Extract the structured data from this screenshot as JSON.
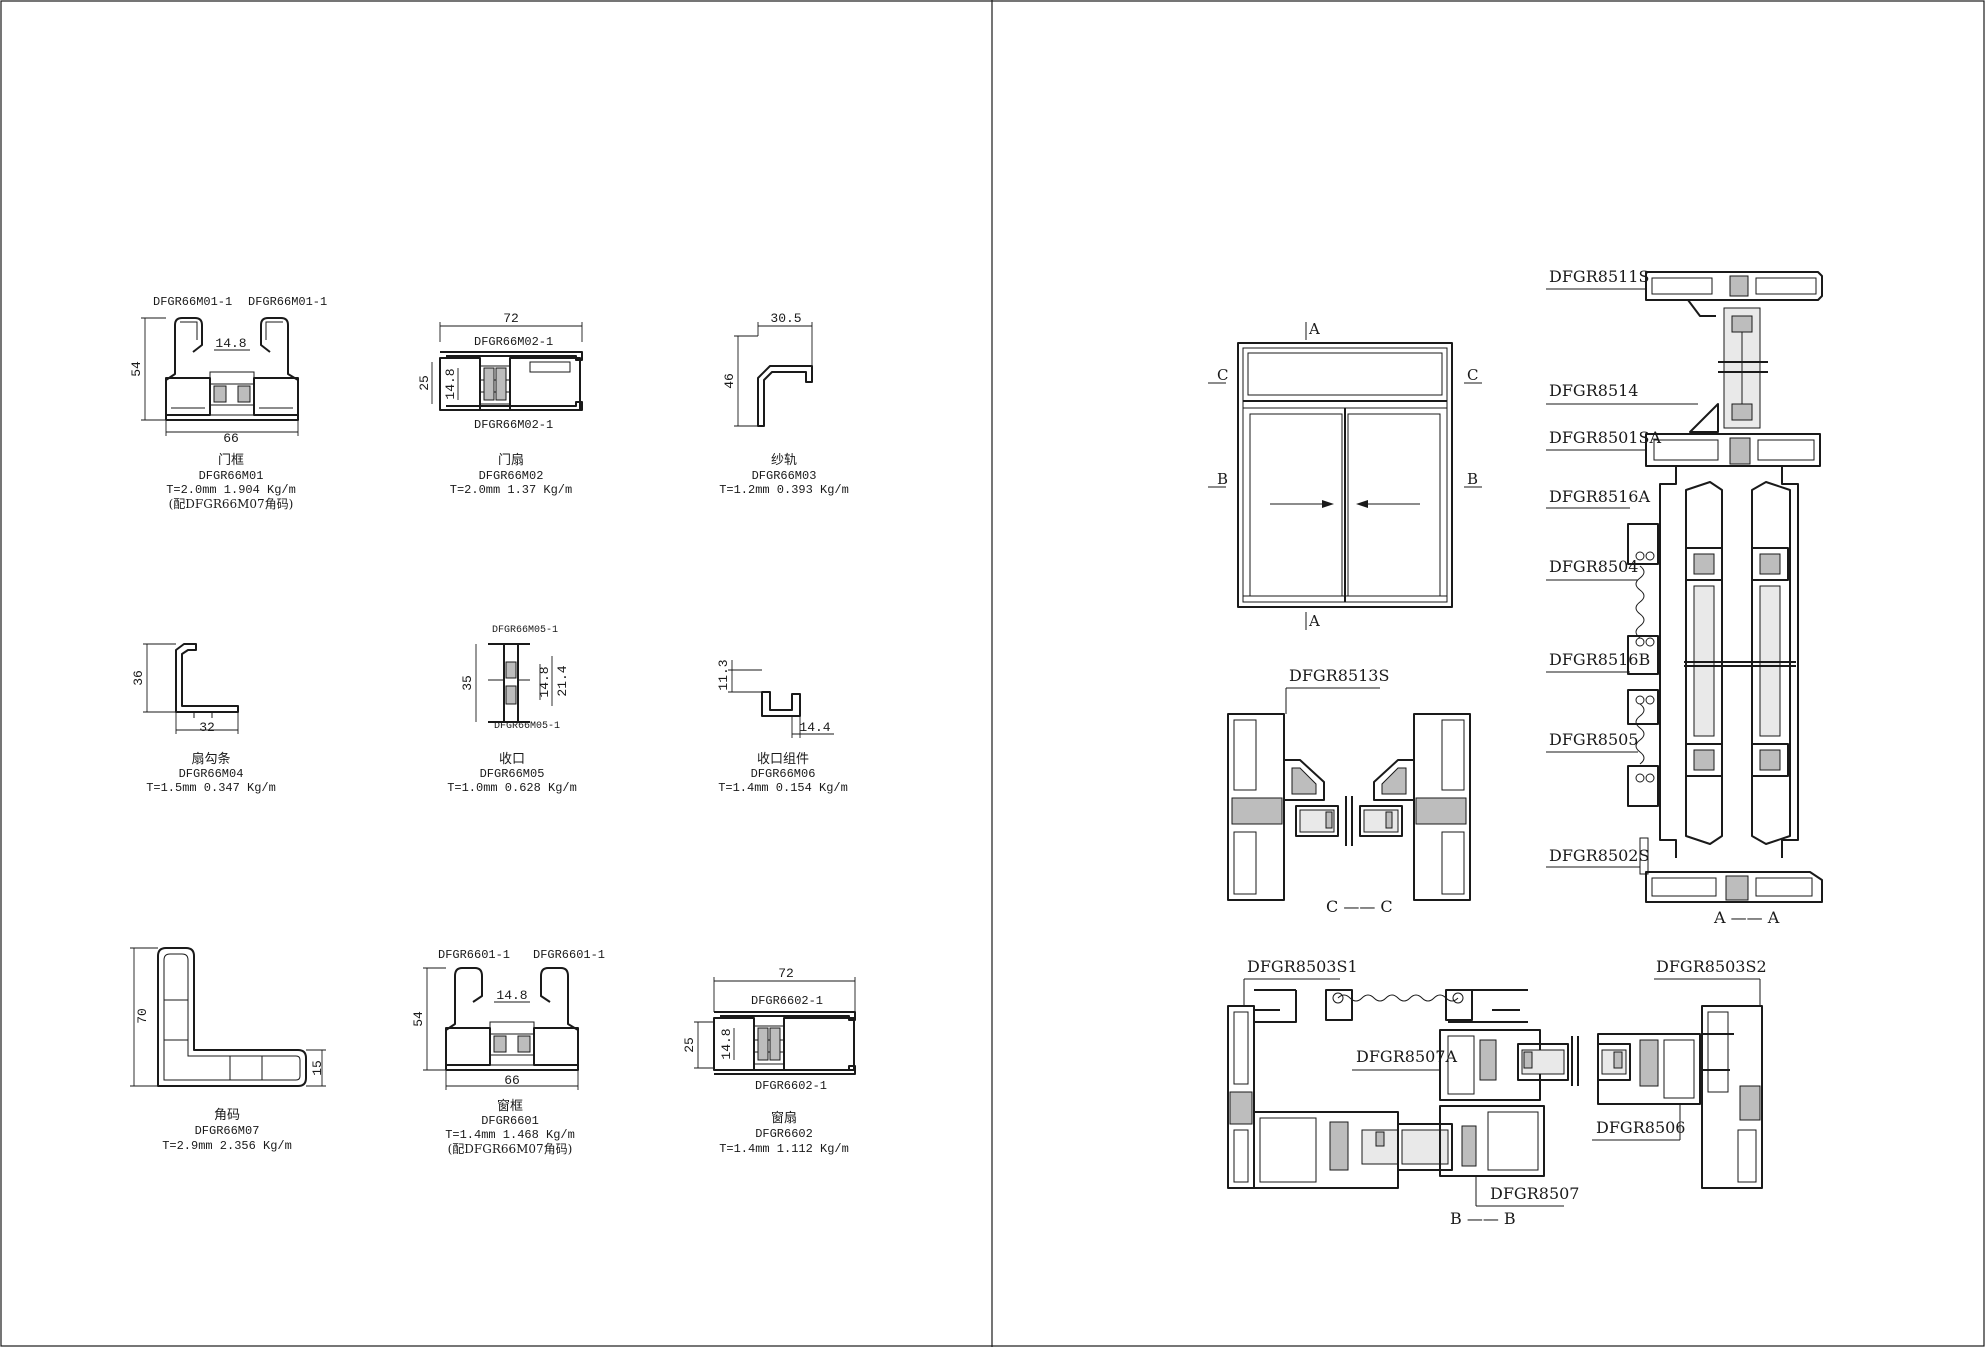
{
  "left_page": {
    "profiles": [
      {
        "id": "m01",
        "parts": [
          "DFGR66M01-1",
          "DFGR66M01-1"
        ],
        "dims": [
          "54",
          "14.8",
          "66"
        ],
        "name": "门框",
        "code": "DFGR66M01",
        "spec": "T=2.0mm 1.904 Kg/m",
        "note": "(配DFGR66M07角码)"
      },
      {
        "id": "m02",
        "parts": [
          "DFGR66M02-1",
          "DFGR66M02-1"
        ],
        "dims": [
          "72",
          "25",
          "14.8"
        ],
        "name": "门扇",
        "code": "DFGR66M02",
        "spec": "T=2.0mm 1.37 Kg/m"
      },
      {
        "id": "m03",
        "dims": [
          "30.5",
          "46"
        ],
        "name": "纱轨",
        "code": "DFGR66M03",
        "spec": "T=1.2mm 0.393 Kg/m"
      },
      {
        "id": "m04",
        "dims": [
          "36",
          "32"
        ],
        "name": "扇勾条",
        "code": "DFGR66M04",
        "spec": "T=1.5mm 0.347 Kg/m"
      },
      {
        "id": "m05",
        "parts": [
          "DFGR66M05-1",
          "DFGR66M05-1"
        ],
        "dims": [
          "35",
          "14.8",
          "21.4"
        ],
        "name": "收口",
        "code": "DFGR66M05",
        "spec": "T=1.0mm 0.628 Kg/m"
      },
      {
        "id": "m06",
        "dims": [
          "11.3",
          "14.4"
        ],
        "name": "收口组件",
        "code": "DFGR66M06",
        "spec": "T=1.4mm 0.154 Kg/m"
      },
      {
        "id": "m07",
        "dims": [
          "70",
          "15"
        ],
        "name": "角码",
        "code": "DFGR66M07",
        "spec": "T=2.9mm 2.356 Kg/m"
      },
      {
        "id": "w01",
        "parts": [
          "DFGR6601-1",
          "DFGR6601-1"
        ],
        "dims": [
          "54",
          "14.8",
          "66"
        ],
        "name": "窗框",
        "code": "DFGR6601",
        "spec": "T=1.4mm 1.468 Kg/m",
        "note": "(配DFGR66M07角码)"
      },
      {
        "id": "w02",
        "parts": [
          "DFGR6602-1",
          "DFGR6602-1"
        ],
        "dims": [
          "72",
          "25",
          "14.8"
        ],
        "name": "窗扇",
        "code": "DFGR6602",
        "spec": "T=1.4mm 1.112 Kg/m"
      }
    ]
  },
  "right_page": {
    "elevation": {
      "section_marks": [
        "A",
        "A",
        "C",
        "C",
        "B",
        "B"
      ]
    },
    "section_aa": {
      "labels": [
        "DFGR8511S",
        "DFGR8514",
        "DFGR8501SA",
        "DFGR8516A",
        "DFGR8504",
        "DFGR8516B",
        "DFGR8505",
        "DFGR8502S"
      ],
      "caption": "A —— A"
    },
    "section_cc": {
      "labels": [
        "DFGR8513S"
      ],
      "caption": "C —— C"
    },
    "section_bb": {
      "labels": [
        "DFGR8503S1",
        "DFGR8503S2",
        "DFGR8507A",
        "DFGR8506",
        "DFGR8507"
      ],
      "caption": "B —— B"
    }
  }
}
